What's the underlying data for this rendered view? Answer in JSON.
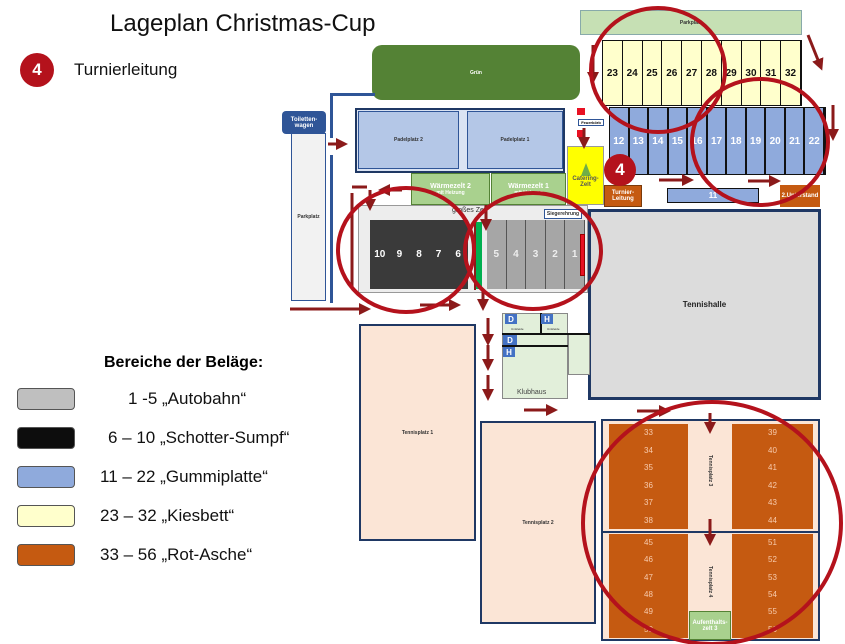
{
  "title": "Lageplan Christmas-Cup",
  "marker": {
    "number": "4",
    "label": "Turnierleitung"
  },
  "legend": {
    "title": "Bereiche der Beläge:",
    "items": [
      {
        "label": "1 -5  „Autobahn“",
        "color": "#bfbfbf"
      },
      {
        "label": "6 – 10  „Schotter-Sumpf“",
        "color": "#0d0d0d"
      },
      {
        "label": "11 – 22 „Gummiplatte“",
        "color": "#8faadc"
      },
      {
        "label": "23 – 32 „Kiesbett“",
        "color": "#ffffcc"
      },
      {
        "label": "33 – 56 „Rot-Asche“",
        "color": "#c55a11"
      }
    ]
  },
  "map": {
    "parkplatz_top": "Parkplatz",
    "gruen": "Grün",
    "toilettenwagen": "Toiletten-wagen",
    "parkplatz_left": "Parkplatz",
    "padel2": "Padelplatz 2",
    "padel1": "Padelplatz 1",
    "waermezelt2": "Wärmezelt 2",
    "waermezelt2_sub": "mit Heizung",
    "waermezelt1": "Wärmezelt 1",
    "waermezelt1_sub": "mit Heizung",
    "grosses_zelt": "großes Zelt",
    "siegerehrung": "Siegerehrung",
    "feuerkorb": "Feuerkörb",
    "catering": "Catering-Zelt",
    "turnierleitung": "Turnier-Leitung",
    "unterstand": "2.Unterstand",
    "tennishalle": "Tennishalle",
    "klubhaus": "Klubhaus",
    "umkleide": "Umkleide",
    "d_label": "D",
    "h_label": "H",
    "tennisplatz1": "Tennisplatz 1",
    "tennisplatz2": "Tennisplatz 2",
    "tennisplatz3": "Tennisplatz 3",
    "tennisplatz4": "Tennisplatz 4",
    "aufenthaltszelt": "Aufenthalts-zelt 3",
    "field11": "11",
    "kies_fields": [
      "23",
      "24",
      "25",
      "26",
      "27",
      "28",
      "29",
      "30",
      "31",
      "32"
    ],
    "gummi_fields": [
      "12",
      "13",
      "14",
      "15",
      "16",
      "17",
      "18",
      "19",
      "20",
      "21",
      "22"
    ],
    "schotter_fields": [
      "10",
      "9",
      "8",
      "7",
      "6"
    ],
    "autobahn_fields": [
      "5",
      "4",
      "3",
      "2",
      "1"
    ],
    "asche_tp3_left": [
      "33",
      "34",
      "35",
      "36",
      "37",
      "38"
    ],
    "asche_tp3_right": [
      "39",
      "40",
      "41",
      "42",
      "43",
      "44"
    ],
    "asche_tp4_left": [
      "45",
      "46",
      "47",
      "48",
      "49",
      "50"
    ],
    "asche_tp4_right": [
      "51",
      "52",
      "53",
      "54",
      "55",
      "56"
    ]
  },
  "colors": {
    "marker": "#b4121c",
    "circle": "#b4121c",
    "arrow": "#8b1a1a"
  }
}
